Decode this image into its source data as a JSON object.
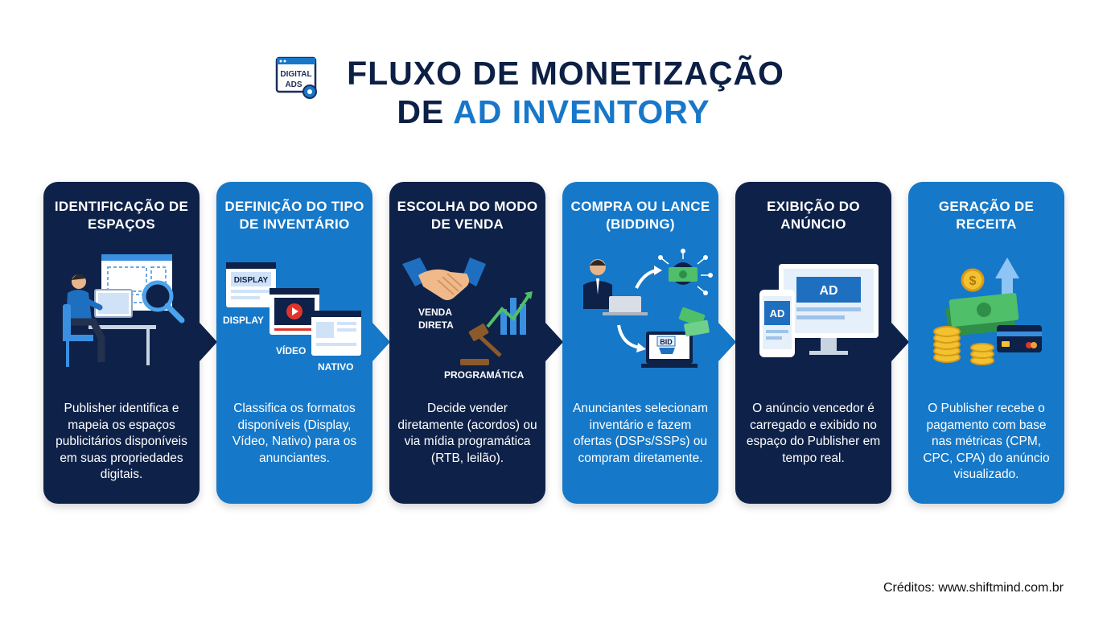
{
  "header": {
    "logo_text_1": "DIGITAL",
    "logo_text_2": "ADS",
    "title_line1": "FLUXO DE MONETIZAÇÃO",
    "title_line2_prefix": "DE ",
    "title_line2_accent": "AD INVENTORY"
  },
  "colors": {
    "dark_card": "#0e2148",
    "blue_card": "#1678c8",
    "title": "#0c1f45",
    "accent": "#1877c9"
  },
  "steps": [
    {
      "title": "IDENTIFICAÇÃO DE ESPAÇOS",
      "description": "Publisher identifica e mapeia os espaços publicitários disponíveis em suas propriedades digitais.",
      "icon": "person-at-desk-magnifier-icon"
    },
    {
      "title": "DEFINIÇÃO DO TIPO DE INVENTÁRIO",
      "labels": [
        "DISPLAY",
        "DISPLAY",
        "VÍDEO",
        "NATIVO"
      ],
      "description": "Classifica os formatos disponíveis (Display, Vídeo, Nativo) para os anunciantes.",
      "icon": "ad-format-windows-icon"
    },
    {
      "title": "ESCOLHA DO MODO DE VENDA",
      "labels": [
        "VENDA",
        "DIRETA",
        "PROGRAMÁTICA"
      ],
      "description": "Decide vender diretamente (acordos) ou via mídia programática (RTB, leilão).",
      "icon": "handshake-gavel-icon"
    },
    {
      "title": "COMPRA OU LANCE (BIDDING)",
      "labels": [
        "BID"
      ],
      "description": "Anunciantes selecionam inventário e fazem ofertas (DSPs/SSPs) ou compram diretamente.",
      "icon": "bidding-person-laptop-icon"
    },
    {
      "title": "EXIBIÇÃO DO ANÚNCIO",
      "labels": [
        "AD",
        "AD"
      ],
      "description": "O anúncio vencedor é carregado e exibido no espaço do Publisher em tempo real.",
      "icon": "ad-on-devices-icon"
    },
    {
      "title": "GERAÇÃO DE RECEITA",
      "description": "O Publisher recebe o pagamento com base nas métricas (CPM, CPC, CPA) do anúncio visualizado.",
      "icon": "money-coins-card-icon"
    }
  ],
  "credits": "Créditos: www.shiftmind.com.br"
}
